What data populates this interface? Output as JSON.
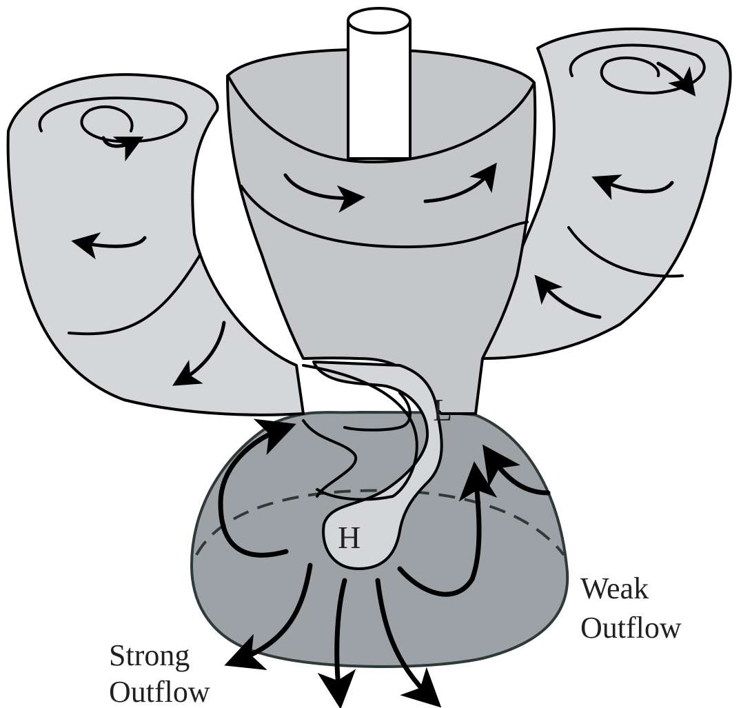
{
  "labels": {
    "low": "L",
    "high": "H",
    "weak_line1": "Weak",
    "weak_line2": "Outflow",
    "strong_line1": "Strong",
    "strong_line2": "Outflow"
  },
  "colors": {
    "tube_light": "#d4d6d9",
    "tube_mid": "#c4c6c9",
    "dome": "#9da2a6",
    "dome_stroke": "#2e3a38",
    "outline": "#000000",
    "text": "#231f20"
  }
}
